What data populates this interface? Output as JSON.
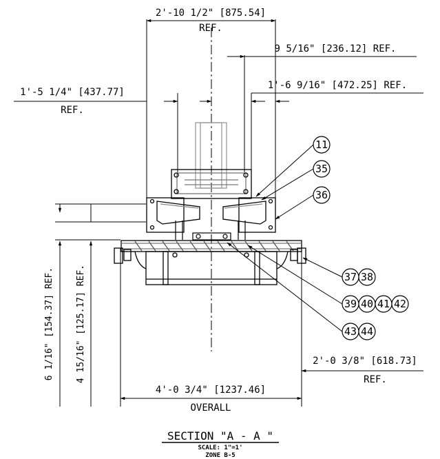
{
  "dims": {
    "top_width": "2'-10 1/2\" [875.54]",
    "top_width_ref": "REF.",
    "right_a": "9 5/16\" [236.12] REF.",
    "right_b": "1'-6 9/16\" [472.25] REF.",
    "left_a": "1'-5 1/4\" [437.77]",
    "left_a_ref": "REF.",
    "vert_outer": "6 1/16\" [154.37] REF.",
    "vert_inner": "4 15/16\" [125.17] REF.",
    "right_low": "2'-0 3/8\" [618.73]",
    "right_low_ref": "REF.",
    "overall": "4'-0 3/4\" [1237.46]",
    "overall_label": "OVERALL"
  },
  "balloons": [
    "11",
    "35",
    "36",
    "37",
    "38",
    "39",
    "40",
    "41",
    "42",
    "43",
    "44"
  ],
  "caption": {
    "title": "SECTION \"A - A \"",
    "scale": "SCALE: 1\"=1'",
    "zone": "ZONE B-5"
  }
}
